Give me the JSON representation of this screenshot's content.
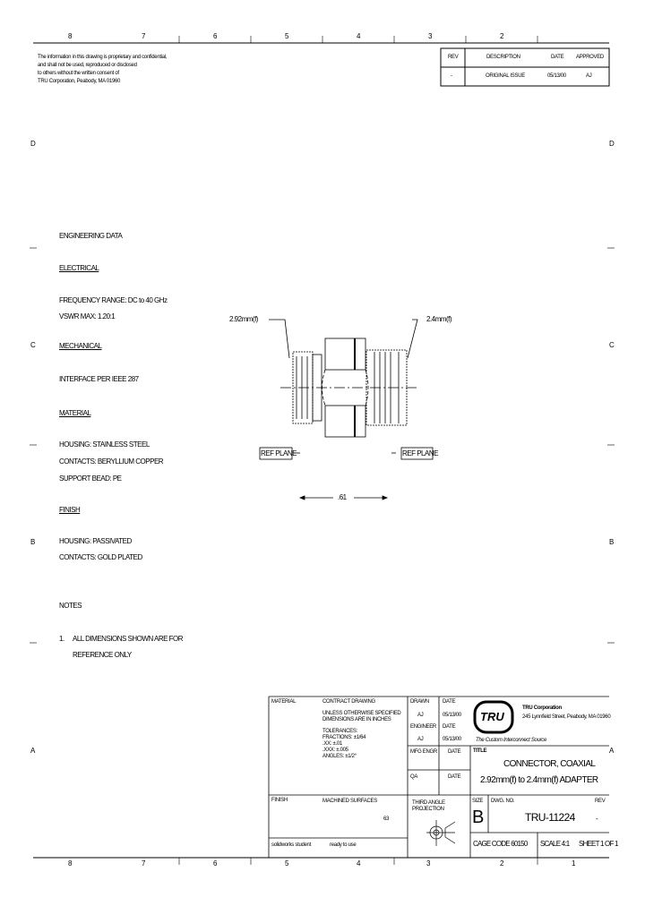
{
  "zones_top": [
    "8",
    "7",
    "6",
    "5",
    "4",
    "3",
    "2"
  ],
  "zones_bottom": [
    "8",
    "7",
    "6",
    "5",
    "4",
    "3",
    "2",
    "1"
  ],
  "zones_side": [
    "D",
    "C",
    "B",
    "A"
  ],
  "proprietary_note": [
    "The information in this drawing is proprietary and confidential,",
    "and shall not be used, reproduced or disclosed",
    "to others without the written consent of",
    "TRU Corporation, Peabody, MA 01960"
  ],
  "revision_block": {
    "headers": [
      "REV",
      "DESCRIPTION",
      "DATE",
      "APPROVED"
    ],
    "row": [
      "-",
      "ORIGINAL ISSUE",
      "05/13/00",
      "AJ"
    ]
  },
  "engineering": {
    "heading": "ENGINEERING DATA",
    "electrical_heading": "ELECTRICAL",
    "electrical": [
      "FREQUENCY RANGE: DC to 40 GHz",
      "VSWR MAX: 1.20:1"
    ],
    "mechanical_heading": "MECHANICAL",
    "mechanical": [
      "INTERFACE PER IEEE 287"
    ],
    "material_heading": "MATERIAL",
    "material": [
      "HOUSING: STAINLESS STEEL",
      "CONTACTS: BERYLLIUM COPPER",
      "SUPPORT BEAD: PE"
    ],
    "finish_heading": "FINISH",
    "finish": [
      "HOUSING: PASSIVATED",
      "CONTACTS: GOLD PLATED"
    ],
    "notes_heading": "NOTES",
    "note_number": "1.",
    "note_lines": [
      "ALL DIMENSIONS SHOWN ARE FOR",
      "REFERENCE ONLY"
    ]
  },
  "drawing": {
    "left_label": "2.92mm(f)",
    "right_label": "2.4mm(f)",
    "ref_plane_left": "REF PLANE",
    "ref_plane_right": "REF PLANE",
    "dimension": ".61"
  },
  "title_block": {
    "material_label": "MATERIAL",
    "finish_label": "FINISH",
    "contract_label": "CONTRACT DRAWING",
    "unless_lines": [
      "UNLESS OTHERWISE SPECIFIED",
      "DIMENSIONS ARE IN INCHES"
    ],
    "tolerances": [
      "TOLERANCES:",
      "FRACTIONS: ±1/64",
      ".XX: ±.01",
      ".XXX: ±.005",
      "ANGLES: ±1/2°"
    ],
    "machined": "MACHINED SURFACES",
    "surface_value": "63",
    "drawn_label": "DRAWN",
    "drawn_by": "AJ",
    "drawn_date_label": "DATE",
    "drawn_date": "05/13/00",
    "checked_label": "ENGINEER",
    "checked_by": "AJ",
    "checked_date_label": "DATE",
    "checked_date": "05/13/00",
    "mfg_label": "MFG ENGR",
    "mfg_date_label": "DATE",
    "qa_label": "QA",
    "qa_date_label": "DATE",
    "logo_text": "TRU",
    "company": "TRU Corporation",
    "address": "245 Lynnfield Street, Peabody, MA 01960",
    "tagline": "The Custom Interconnect Source",
    "title_label": "TITLE",
    "title_line1": "CONNECTOR, COAXIAL",
    "title_line2": "2.92mm(f) to 2.4mm(f) ADAPTER",
    "projection_label": "THIRD ANGLE PROJECTION",
    "size_label": "SIZE",
    "size": "B",
    "dwg_label": "DWG. NO.",
    "dwg_no": "TRU-11224",
    "rev_label": "REV",
    "rev": "-",
    "cage": "CAGE CODE 60150",
    "scale": "SCALE 4:1",
    "sheet": "SHEET 1 OF 1",
    "footer_left": "solidworks student",
    "footer_mid": "ready to use"
  }
}
